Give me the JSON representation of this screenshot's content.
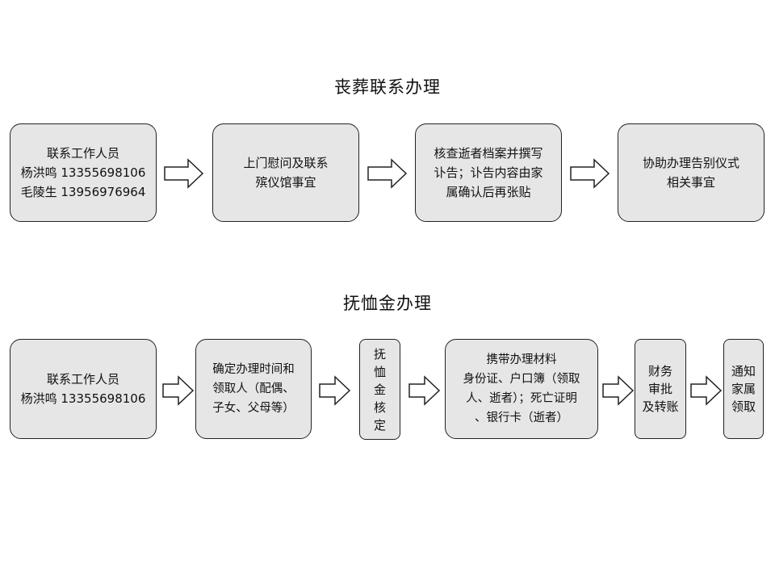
{
  "section1": {
    "title": "丧葬联系办理",
    "steps": [
      {
        "lines": [
          "联系工作人员",
          "杨洪鸣 13355698106",
          "毛陵生 13956976964"
        ]
      },
      {
        "lines": [
          "上门慰问及联系",
          "殡仪馆事宜"
        ]
      },
      {
        "lines": [
          "核查逝者档案并撰写",
          "讣告；讣告内容由家",
          "属确认后再张贴"
        ]
      },
      {
        "lines": [
          "协助办理告别仪式",
          "相关事宜"
        ]
      }
    ]
  },
  "section2": {
    "title": "抚恤金办理",
    "steps": [
      {
        "lines": [
          "联系工作人员",
          "杨洪鸣 13355698106"
        ]
      },
      {
        "lines": [
          "确定办理时间和",
          "领取人（配偶、",
          "子女、父母等）"
        ]
      },
      {
        "lines": [
          "抚",
          "恤",
          "金",
          "核",
          "定"
        ]
      },
      {
        "lines": [
          "携带办理材料",
          "身份证、户口簿（领取",
          "人、逝者）；死亡证明",
          "、银行卡（逝者）"
        ]
      },
      {
        "lines": [
          "财务",
          "审批",
          "及转账"
        ]
      },
      {
        "lines": [
          "通知",
          "家属",
          "领取"
        ]
      }
    ]
  }
}
